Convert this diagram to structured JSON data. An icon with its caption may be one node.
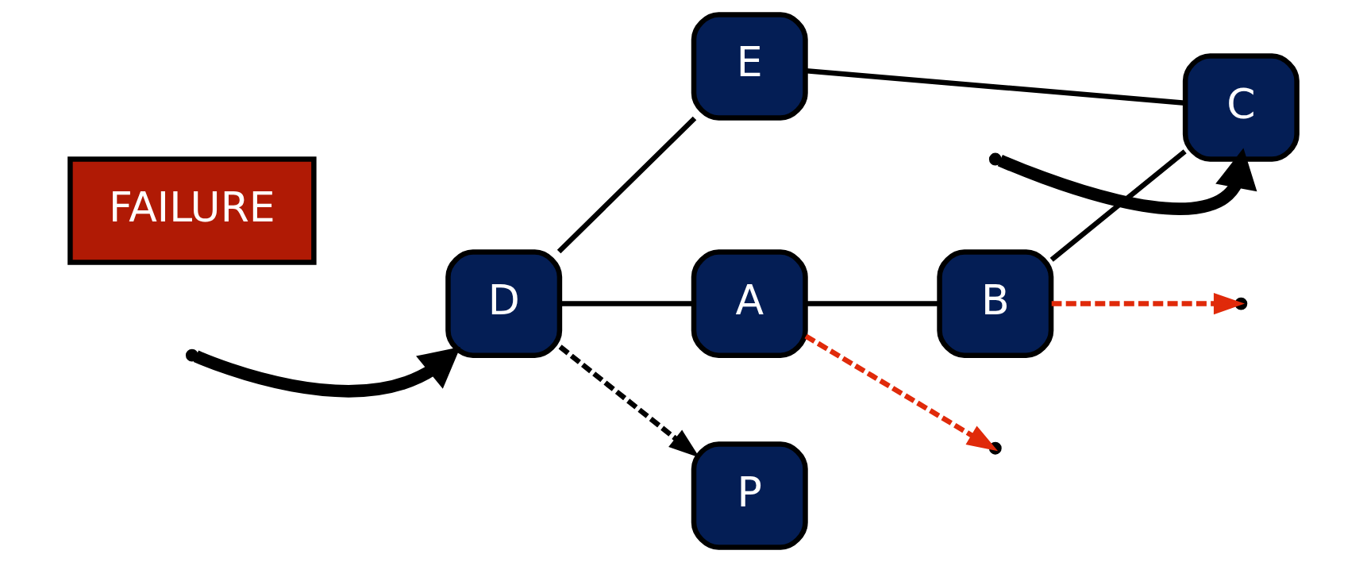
{
  "diagram": {
    "nodes": [
      {
        "text": [
          "E"
        ]
      },
      {
        "text": [
          "P"
        ]
      },
      {
        "text": [
          "C"
        ]
      },
      {
        "text": [
          "D"
        ]
      },
      {
        "text": [
          "FAILURE"
        ]
      },
      {
        "text": [
          "A"
        ]
      },
      {
        "text": [
          "B"
        ]
      }
    ],
    "edges": [
      {
        "from": 0,
        "to": 2,
        "arrow": "none"
      },
      {
        "from": 3,
        "to": 0,
        "arrow": "none"
      },
      {
        "from": 3,
        "to": 5,
        "arrow": "none"
      },
      {
        "from": 5,
        "to": 6,
        "arrow": "none"
      },
      {
        "from": 6,
        "to": 2,
        "arrow": "none"
      },
      {
        "from": 3,
        "to": 1,
        "arrow": "to",
        "style": "dashed"
      },
      {
        "from": 5,
        "to": null,
        "arrow": "to",
        "style": "dashed",
        "color": "#e02a0a"
      },
      {
        "from": 6,
        "to": null,
        "arrow": "to",
        "style": "dashed",
        "color": "#e02a0a"
      },
      {
        "from": null,
        "to": 2,
        "arrow": "to",
        "style": "thick"
      },
      {
        "from": null,
        "to": 3,
        "arrow": "to",
        "style": "thick"
      }
    ]
  }
}
